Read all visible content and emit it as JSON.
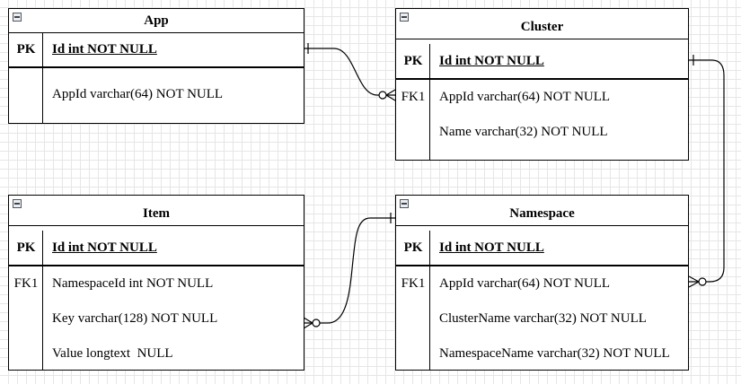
{
  "entities": {
    "app": {
      "title": "App",
      "pk_label": "PK",
      "pk_field": "Id int NOT NULL",
      "fields": [
        "AppId varchar(64) NOT NULL"
      ]
    },
    "cluster": {
      "title": "Cluster",
      "pk_label": "PK",
      "pk_field": "Id int NOT NULL",
      "fk_label": "FK1",
      "fields": [
        "AppId varchar(64) NOT NULL",
        "Name varchar(32) NOT NULL"
      ]
    },
    "item": {
      "title": "Item",
      "pk_label": "PK",
      "pk_field": "Id int NOT NULL",
      "fk_label": "FK1",
      "fields": [
        "NamespaceId int NOT NULL",
        "Key varchar(128) NOT NULL",
        "Value longtext  NULL"
      ]
    },
    "namespace": {
      "title": "Namespace",
      "pk_label": "PK",
      "pk_field": "Id int NOT NULL",
      "fk_label": "FK1",
      "fields": [
        "AppId varchar(64) NOT NULL",
        "ClusterName varchar(32) NOT NULL",
        "NamespaceName varchar(32) NOT NULL"
      ]
    }
  },
  "relationships": [
    {
      "from": "App",
      "to": "Cluster",
      "from_end": "one",
      "to_end": "zero-or-many"
    },
    {
      "from": "Cluster",
      "to": "Namespace",
      "from_end": "one",
      "to_end": "zero-or-many"
    },
    {
      "from": "Namespace",
      "to": "Item",
      "from_end": "one",
      "to_end": "zero-or-many"
    }
  ],
  "icons": {
    "collapse": "collapse-toggle-icon"
  },
  "colors": {
    "line": "#000000",
    "grid": "#e6e6e6",
    "background": "#ffffff"
  }
}
